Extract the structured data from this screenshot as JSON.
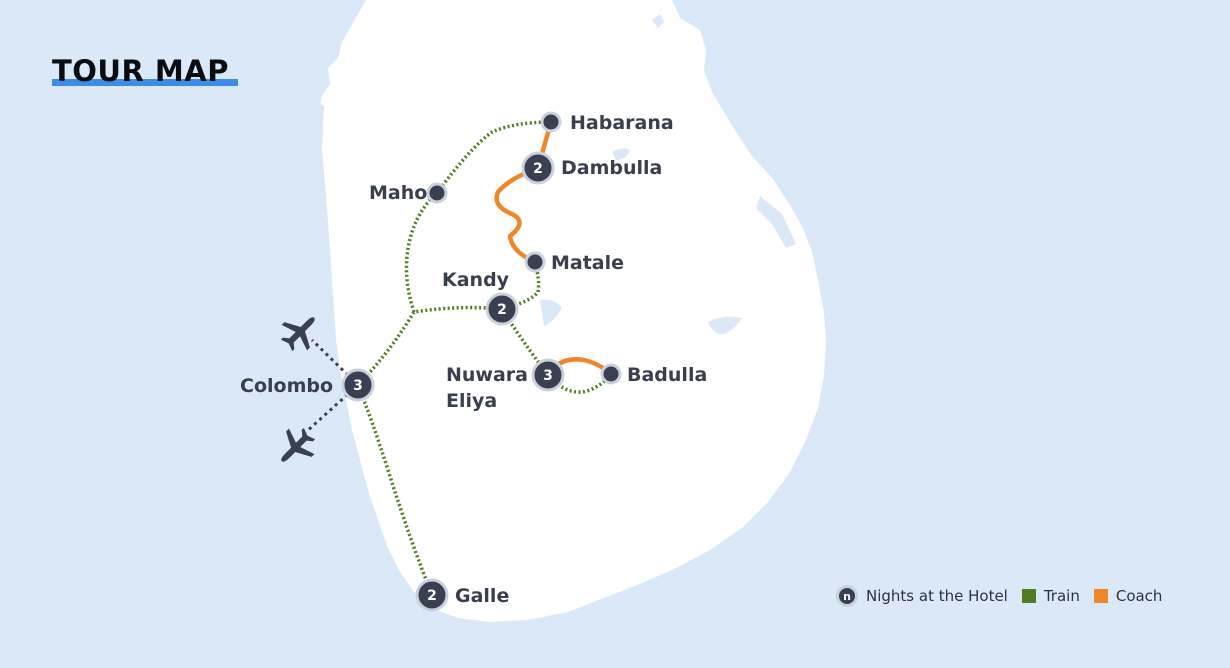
{
  "title": "TOUR MAP",
  "colors": {
    "sea": "#dbe8f7",
    "land": "#ffffff",
    "train": "#4f7d1f",
    "coach": "#f0862a",
    "flight": "#3a3f52",
    "badge": "#3a3f52",
    "title_underline": "#3d8de6"
  },
  "places": {
    "habarana": {
      "label": "Habarana"
    },
    "dambulla": {
      "label": "Dambulla",
      "nights": "2"
    },
    "maho": {
      "label": "Maho"
    },
    "matale": {
      "label": "Matale"
    },
    "kandy": {
      "label": "Kandy",
      "nights": "2"
    },
    "colombo": {
      "label": "Colombo",
      "nights": "3"
    },
    "nuwara_eliya": {
      "label_line1": "Nuwara",
      "label_line2": "Eliya",
      "nights": "3"
    },
    "badulla": {
      "label": "Badulla"
    },
    "galle": {
      "label": "Galle",
      "nights": "2"
    }
  },
  "icons": [
    "airplane-icon",
    "airplane-icon"
  ],
  "legend": {
    "badge_letter": "n",
    "nights": "Nights at the Hotel",
    "train": "Train",
    "coach": "Coach"
  }
}
